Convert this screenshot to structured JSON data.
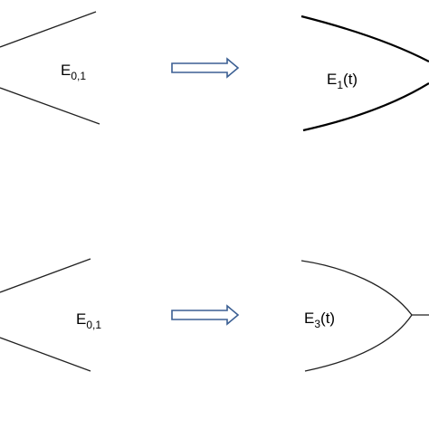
{
  "labels": {
    "top_left": {
      "main": "E",
      "sub": "0,1"
    },
    "top_right": {
      "main": "E",
      "sub": "1",
      "tail": "(t)"
    },
    "bottom_left": {
      "main": "E",
      "sub": "0,1"
    },
    "bottom_right": {
      "main": "E",
      "sub": "3",
      "tail": "(t)"
    }
  },
  "colors": {
    "arrow_outline": "#3b5f93",
    "line": "#222222"
  },
  "icons": {
    "transition_arrow": "hollow-right-arrow-icon"
  }
}
